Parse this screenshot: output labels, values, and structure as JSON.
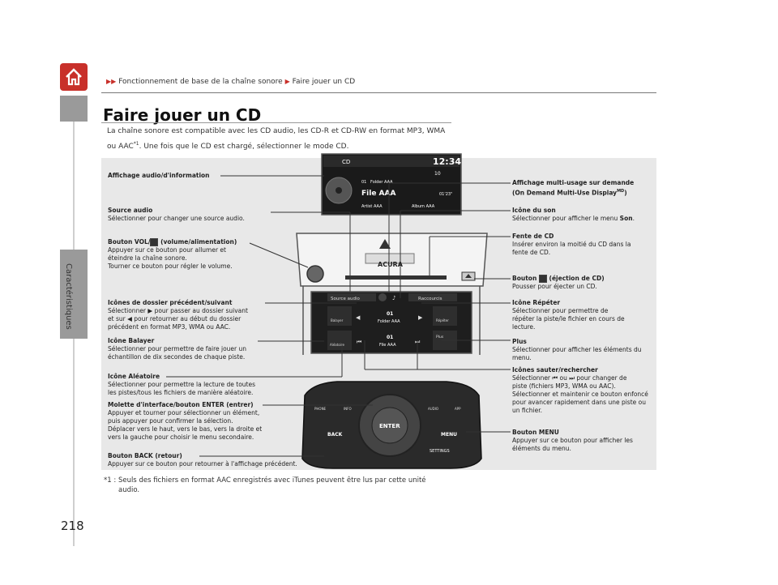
{
  "breadcrumb": {
    "part1": "Fonctionnement de base de la chaîne sonore",
    "part2": "Faire jouer un CD"
  },
  "sidebar": {
    "label": "Caractéristiques"
  },
  "page_number": "218",
  "title": "Faire jouer un CD",
  "intro": {
    "line1": "La chaîne sonore est compatible avec les CD audio, les CD-R et CD-RW en format MP3, WMA",
    "line2_a": "ou AAC",
    "line2_sup": "*1",
    "line2_b": ". Une fois que le CD est chargé, sélectionner le mode CD."
  },
  "screen": {
    "mode": "CD",
    "clock": "12:34",
    "folder": "Folder AAA",
    "file": "File AAA",
    "artist": "Artist AAA",
    "album": "Album AAA",
    "time": "01'23\"",
    "track_num": "01",
    "volume": "10"
  },
  "touch": {
    "source": "Source audio",
    "shortcuts": "Raccourcis",
    "scan": "Balayer",
    "repeat": "Répéter",
    "random": "Aléatoire",
    "more": "Plus",
    "folder_num": "01",
    "folder": "Folder AAA",
    "file_num": "01",
    "file": "File AAA"
  },
  "console": {
    "phone": "PHONE",
    "info": "INFO",
    "audio": "AUDIO",
    "app": "APP",
    "enter": "ENTER",
    "back": "BACK",
    "menu": "MENU",
    "settings": "SETTINGS",
    "brand": "ACURA"
  },
  "labels": {
    "affichage_audio": {
      "title": "Affichage audio/d'information"
    },
    "source_audio": {
      "title": "Source audio",
      "desc": "Sélectionner pour changer une source audio."
    },
    "bouton_vol": {
      "title_a": "Bouton VOL/",
      "title_b": " (volume/alimentation)",
      "l1": "Appuyer sur ce bouton pour allumer et",
      "l2": "éteindre la chaîne sonore.",
      "l3": "Tourner ce bouton pour régler le volume."
    },
    "dossier": {
      "title": "Icônes de dossier précédent/suivant",
      "l1a": "Sélectionner ",
      "l1b": " pour passer au dossier suivant",
      "l2a": "et sur ",
      "l2b": " pour retourner au début du dossier",
      "l3": "précédent en format MP3, WMA ou AAC."
    },
    "balayer": {
      "title": "Icône Balayer",
      "l1": "Sélectionner pour permettre de faire jouer un",
      "l2": "échantillon de dix secondes de chaque piste."
    },
    "aleatoire": {
      "title": "Icône Aléatoire",
      "l1": "Sélectionner pour permettre la lecture de toutes",
      "l2": "les pistes/tous les fichiers de manière aléatoire."
    },
    "molette": {
      "title": "Molette d'interface/bouton ENTER (entrer)",
      "l1": "Appuyer et tourner pour sélectionner un élément,",
      "l2": "puis appuyer pour confirmer la sélection.",
      "l3": "Déplacer vers le haut, vers le bas, vers la droite et",
      "l4": "vers la gauche pour choisir le menu secondaire."
    },
    "back": {
      "title": "Bouton BACK (retour)",
      "l1": "Appuyer sur ce bouton pour retourner à l'affichage précédent."
    },
    "multi_usage": {
      "l1": "Affichage multi-usage sur demande",
      "l2a": "(On Demand Multi-Use Display",
      "l2sup": "MD",
      "l2b": ")"
    },
    "icone_son": {
      "title": "Icône du son",
      "l1a": "Sélectionner pour afficher le menu ",
      "l1b": "Son",
      "l1c": "."
    },
    "fente": {
      "title": "Fente de CD",
      "l1": "Insérer environ la moitié du CD dans la",
      "l2": "fente de CD."
    },
    "ejection": {
      "title_a": "Bouton ",
      "title_b": " (éjection de CD)",
      "l1": "Pousser pour éjecter un CD."
    },
    "repeter": {
      "title": "Icône Répéter",
      "l1": "Sélectionner pour permettre de",
      "l2": "répéter la piste/le fichier en cours de",
      "l3": "lecture."
    },
    "plus": {
      "title": "Plus",
      "l1": "Sélectionner pour afficher les éléments du",
      "l2": "menu."
    },
    "sauter": {
      "title": "Icônes sauter/rechercher",
      "l1a": "Sélectionner ",
      "l1b": " ou ",
      "l1c": " pour changer de",
      "l2": "piste (fichiers MP3, WMA ou AAC).",
      "l3": "Sélectionner et maintenir ce bouton enfoncé",
      "l4": "pour avancer rapidement dans une piste ou",
      "l5": "un fichier."
    },
    "menu": {
      "title": "Bouton MENU",
      "l1": "Appuyer sur ce bouton pour afficher les",
      "l2": "éléments du menu."
    }
  },
  "footnote": {
    "marker": "*1 :",
    "l1": "Seuls des fichiers en format AAC enregistrés avec iTunes peuvent être lus par cette unité",
    "l2": "audio."
  }
}
